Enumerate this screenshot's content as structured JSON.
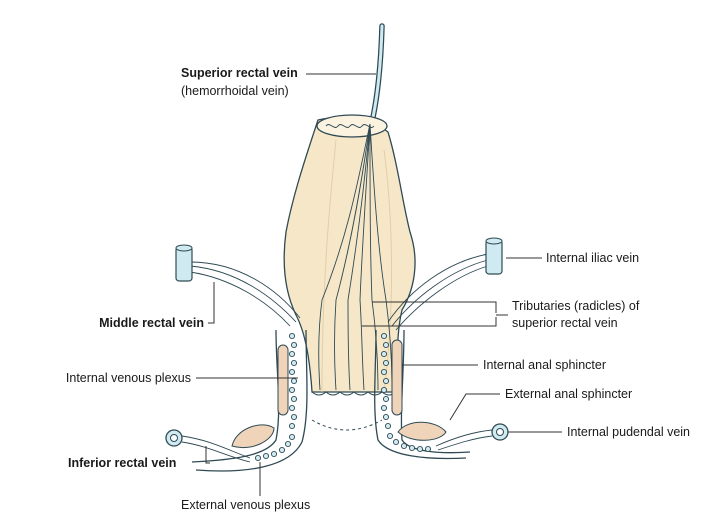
{
  "colors": {
    "rectum_fill": "#f6e7c8",
    "rectum_fill_light": "#fbf2df",
    "vein_fill": "#cfeaf0",
    "vein_stroke": "#2f4a54",
    "muscle_fill": "#efd4ba",
    "leader_line": "#333333"
  },
  "labels": {
    "superior_rectal_vein": "Superior rectal vein",
    "hemorrhoidal_vein": "(hemorrhoidal vein)",
    "internal_iliac_vein": "Internal iliac vein",
    "tributaries_line1": "Tributaries (radicles) of",
    "tributaries_line2": "superior rectal vein",
    "middle_rectal_vein": "Middle rectal vein",
    "internal_anal_sphincter": "Internal anal sphincter",
    "internal_venous_plexus": "Internal venous plexus",
    "external_anal_sphincter": "External anal sphincter",
    "internal_pudendal_vein": "Internal pudendal vein",
    "inferior_rectal_vein": "Inferior rectal vein",
    "external_venous_plexus": "External venous plexus"
  }
}
